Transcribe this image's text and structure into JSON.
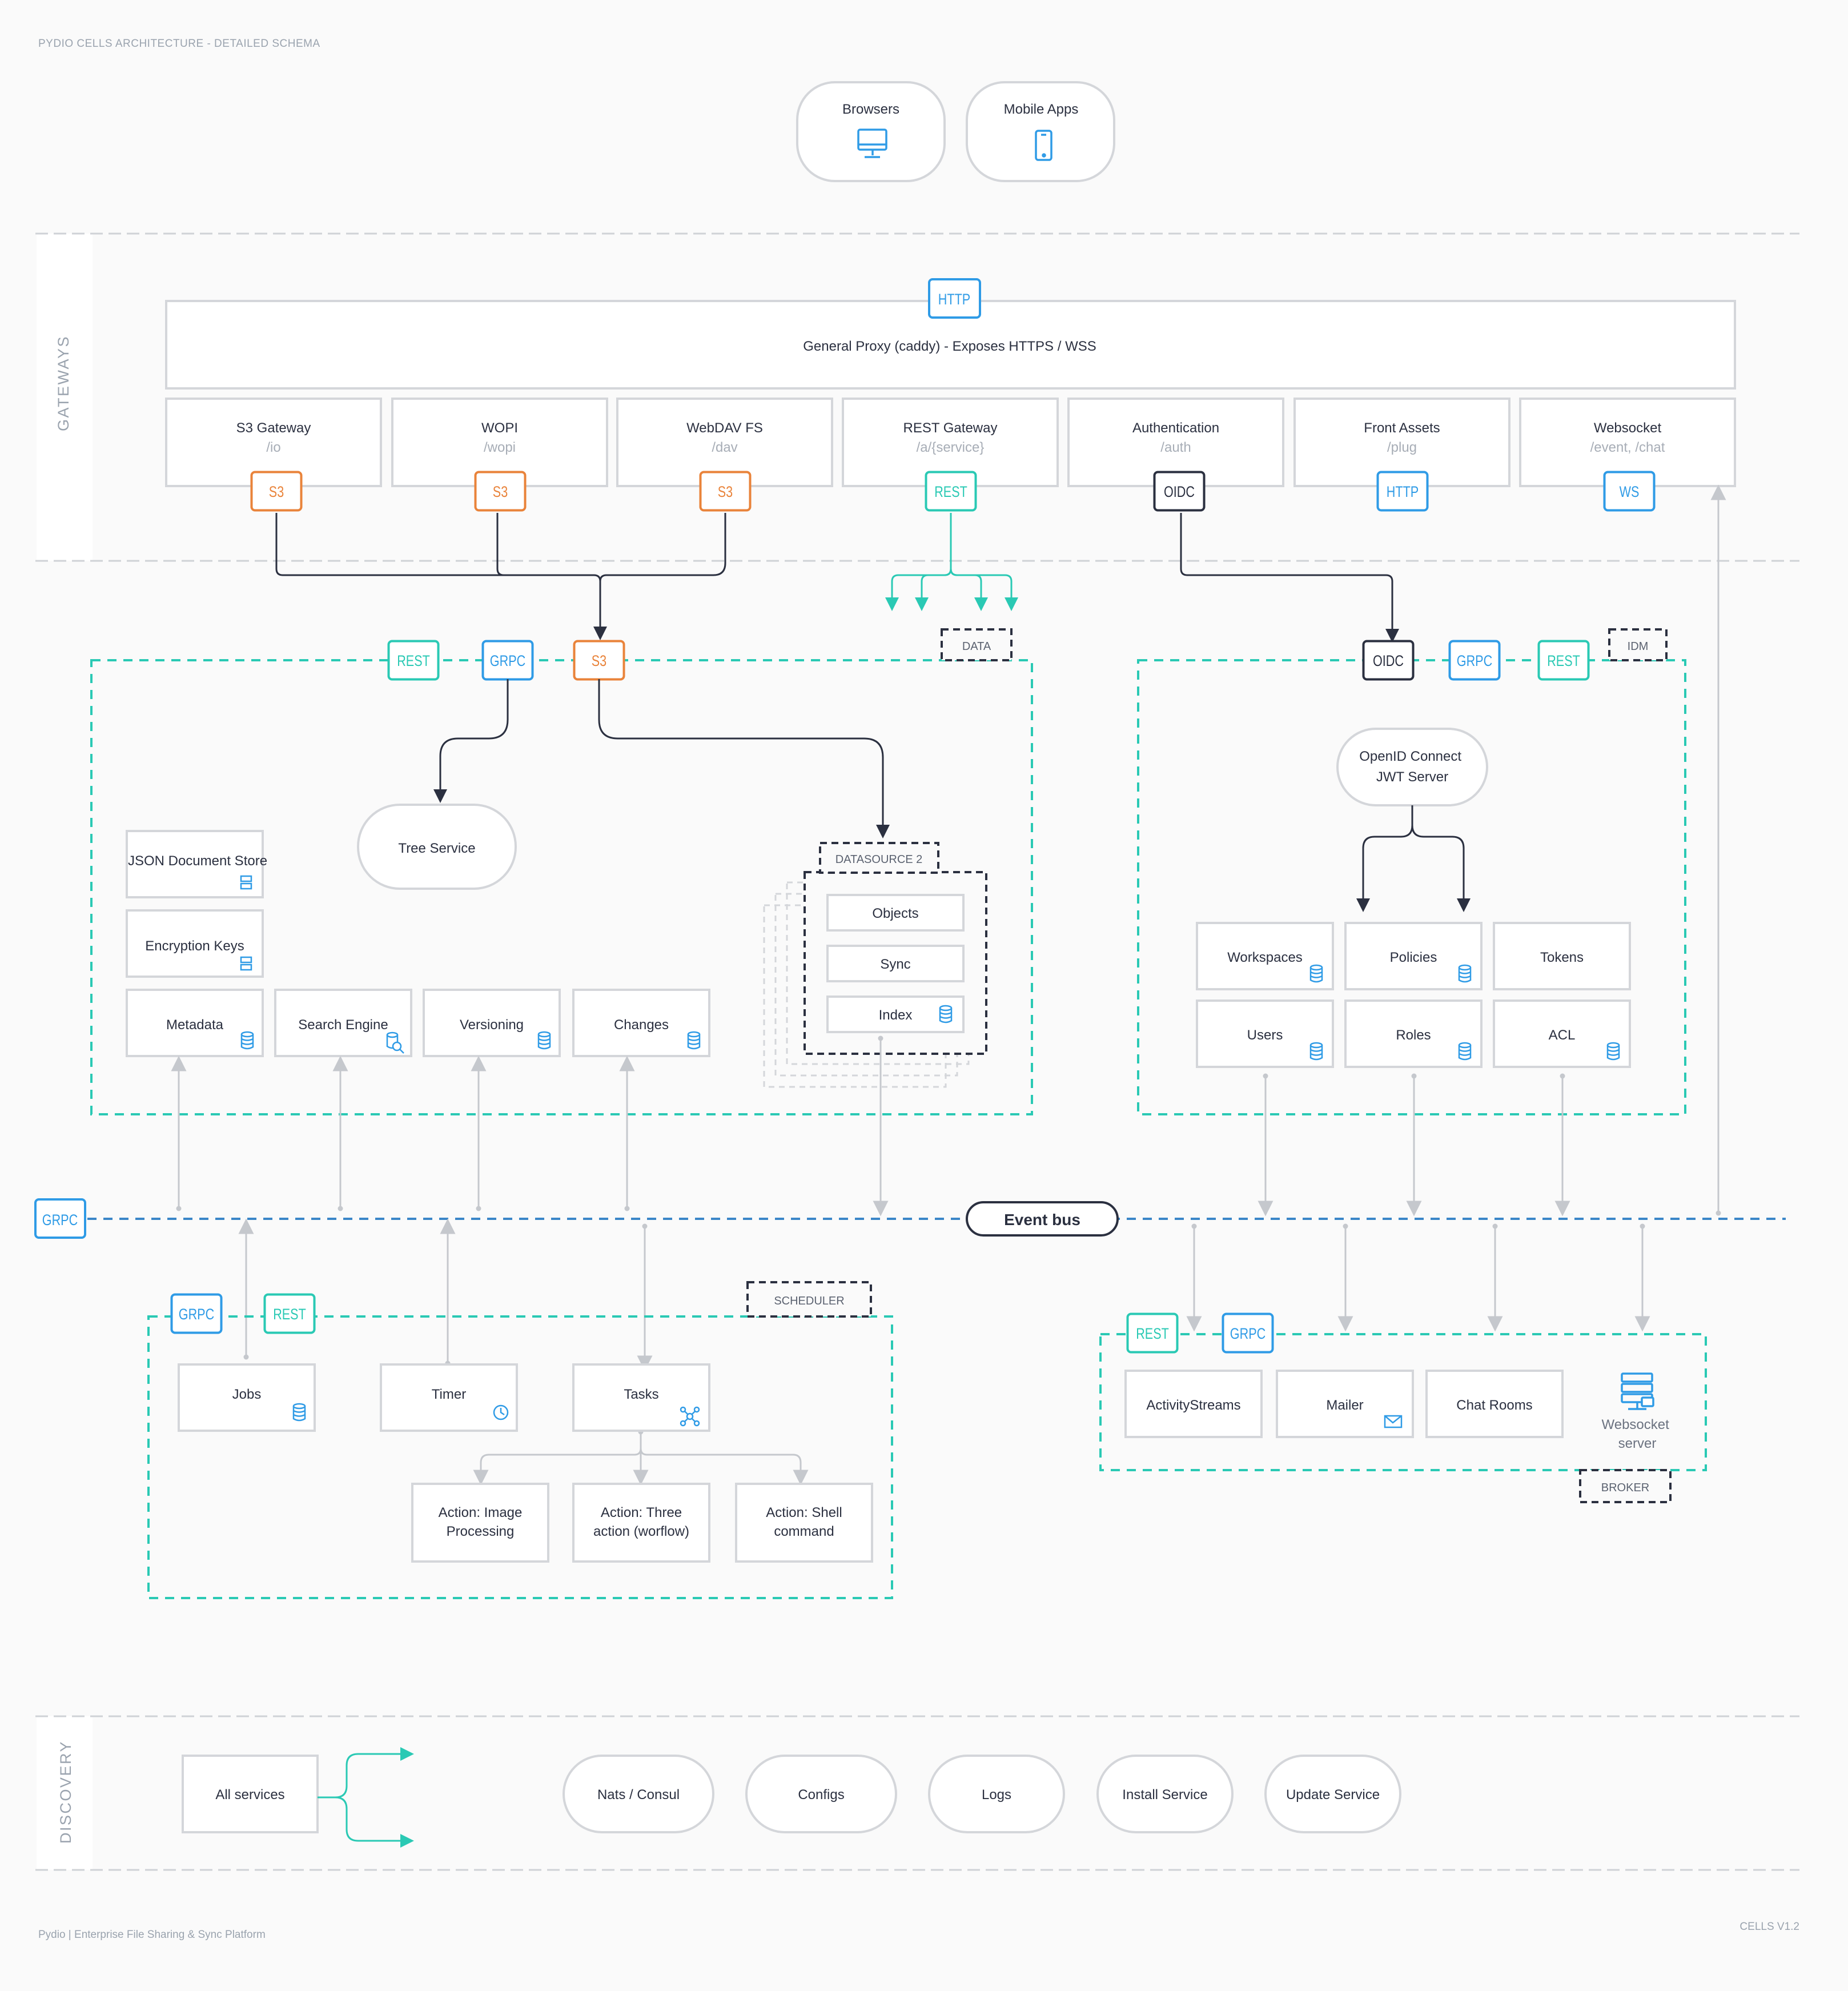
{
  "header": {
    "title": "PYDIO CELLS ARCHITECTURE - DETAILED SCHEMA"
  },
  "footer": {
    "left": "Pydio | Enterprise File Sharing & Sync Platform",
    "right": "CELLS V1.2"
  },
  "colors": {
    "teal": "#2ac9b4",
    "blue": "#2f9be6",
    "orange": "#e9833a",
    "dark": "#2b3040",
    "gray": "#c5c8cd"
  },
  "clients": [
    {
      "label": "Browsers",
      "icon": "monitor-icon"
    },
    {
      "label": "Mobile Apps",
      "icon": "mobile-icon"
    }
  ],
  "sections": {
    "gateways": "GATEWAYS",
    "discovery": "DISCOVERY"
  },
  "gateways": {
    "proxy_badge": "HTTP",
    "proxy_label": "General Proxy (caddy) - Exposes HTTPS / WSS",
    "items": [
      {
        "name": "S3 Gateway",
        "path": "/io",
        "badge": "S3"
      },
      {
        "name": "WOPI",
        "path": "/wopi",
        "badge": "S3"
      },
      {
        "name": "WebDAV FS",
        "path": "/dav",
        "badge": "S3"
      },
      {
        "name": "REST Gateway",
        "path": "/a/{service}",
        "badge": "REST"
      },
      {
        "name": "Authentication",
        "path": "/auth",
        "badge": "OIDC"
      },
      {
        "name": "Front Assets",
        "path": "/plug",
        "badge": "HTTP"
      },
      {
        "name": "Websocket",
        "path": "/event, /chat",
        "badge": "WS"
      }
    ]
  },
  "data_group": {
    "tag": "DATA",
    "badges": [
      "REST",
      "GRPC",
      "S3"
    ],
    "tree_service": "Tree Service",
    "json_store": "JSON Document Store",
    "encryption": "Encryption Keys",
    "services": [
      "Metadata",
      "Search Engine",
      "Versioning",
      "Changes"
    ],
    "datasource_tag": "DATASOURCE 2",
    "datasource_items": [
      "Objects",
      "Sync",
      "Index"
    ]
  },
  "idm_group": {
    "tag": "IDM",
    "badges": [
      "OIDC",
      "GRPC",
      "REST"
    ],
    "oidc_server": "OpenID Connect JWT Server",
    "services": [
      "Workspaces",
      "Policies",
      "Tokens",
      "Users",
      "Roles",
      "ACL"
    ]
  },
  "bus": {
    "badge": "GRPC",
    "label": "Event bus"
  },
  "scheduler_group": {
    "tag": "SCHEDULER",
    "badges": [
      "GRPC",
      "REST"
    ],
    "services": [
      "Jobs",
      "Timer",
      "Tasks"
    ],
    "actions": [
      "Action: Image Processing",
      "Action: Three action (worflow)",
      "Action: Shell command"
    ]
  },
  "broker_group": {
    "tag": "BROKER",
    "badges": [
      "REST",
      "GRPC"
    ],
    "services": [
      "ActivityStreams",
      "Mailer",
      "Chat Rooms"
    ],
    "websocket_server": "Websocket server"
  },
  "discovery": {
    "all_services": "All services",
    "items": [
      "Nats / Consul",
      "Configs",
      "Logs",
      "Install Service",
      "Update Service"
    ]
  }
}
